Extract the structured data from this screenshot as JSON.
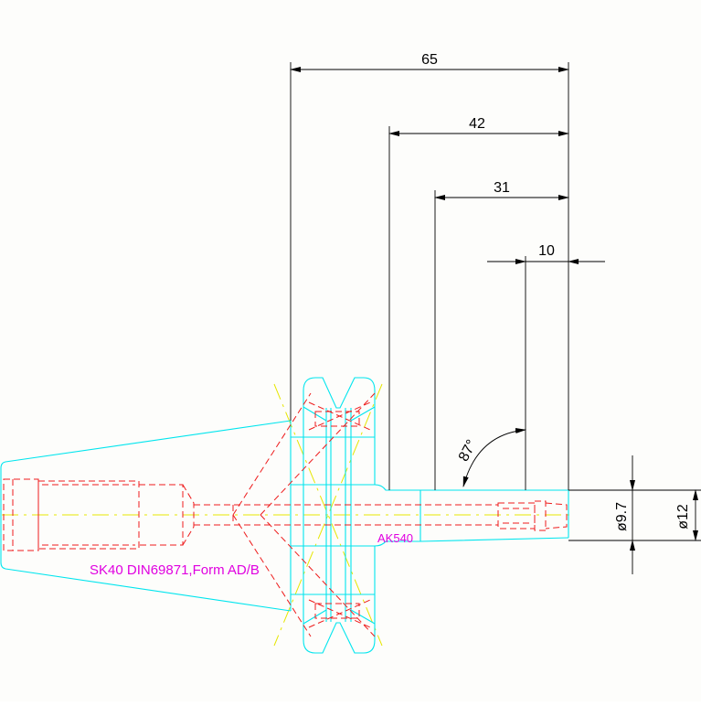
{
  "drawing": {
    "colors": {
      "background": "#fdfdfb",
      "outline": "#00e5ee",
      "hidden": "#ee1c1c",
      "centerline": "#e6e600",
      "dimension": "#000000",
      "label": "#e000e0"
    },
    "dimensions": {
      "d65": "65",
      "d42": "42",
      "d31": "31",
      "d10": "10",
      "angle": "87°",
      "dia97": "ø9.7",
      "dia12": "ø12"
    },
    "labels": {
      "holder": "SK40 DIN69871,Form AD/B",
      "collet": "AK540"
    }
  }
}
